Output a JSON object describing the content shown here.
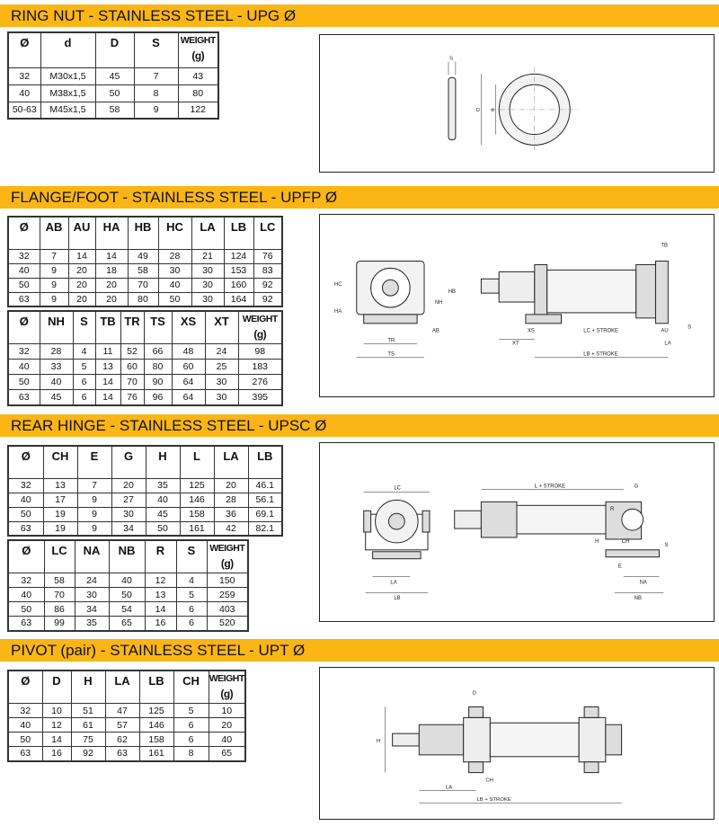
{
  "sections": [
    {
      "title": "RING NUT - STAINLESS STEEL - UPG Ø",
      "tables": [
        {
          "headers": [
            "Ø",
            "d",
            "D",
            "S",
            "WEIGHT|(g)"
          ],
          "rows": [
            [
              "32",
              "M30x1,5",
              "45",
              "7",
              "43"
            ],
            [
              "40",
              "M38x1,5",
              "50",
              "8",
              "80"
            ],
            [
              "50-63",
              "M45x1,5",
              "58",
              "9",
              "122"
            ]
          ]
        }
      ],
      "drawing_labels": [
        "S",
        "D",
        "d"
      ]
    },
    {
      "title": "FLANGE/FOOT - STAINLESS STEEL - UPFP Ø",
      "tables": [
        {
          "headers": [
            "Ø",
            "AB",
            "AU",
            "HA",
            "HB",
            "HC",
            "LA",
            "LB",
            "LC"
          ],
          "rows": [
            [
              "32",
              "7",
              "14",
              "14",
              "49",
              "28",
              "21",
              "124",
              "76"
            ],
            [
              "40",
              "9",
              "20",
              "18",
              "58",
              "30",
              "30",
              "153",
              "83"
            ],
            [
              "50",
              "9",
              "20",
              "20",
              "70",
              "40",
              "30",
              "160",
              "92"
            ],
            [
              "63",
              "9",
              "20",
              "20",
              "80",
              "50",
              "30",
              "164",
              "92"
            ]
          ]
        },
        {
          "headers": [
            "Ø",
            "NH",
            "S",
            "TB",
            "TR",
            "TS",
            "XS",
            "XT",
            "WEIGHT|(g)"
          ],
          "rows": [
            [
              "32",
              "28",
              "4",
              "11",
              "52",
              "66",
              "48",
              "24",
              "98"
            ],
            [
              "40",
              "33",
              "5",
              "13",
              "60",
              "80",
              "60",
              "25",
              "183"
            ],
            [
              "50",
              "40",
              "6",
              "14",
              "70",
              "90",
              "64",
              "30",
              "276"
            ],
            [
              "63",
              "45",
              "6",
              "14",
              "76",
              "96",
              "64",
              "30",
              "395"
            ]
          ]
        }
      ],
      "drawing_labels": [
        "HC",
        "HA",
        "NH",
        "HB",
        "TR",
        "TS",
        "AB",
        "TB",
        "XS",
        "LC + STROKE",
        "AU",
        "S",
        "XT",
        "LA",
        "LB + STROKE"
      ]
    },
    {
      "title": "REAR HINGE - STAINLESS STEEL - UPSC Ø",
      "tables": [
        {
          "headers": [
            "Ø",
            "CH",
            "E",
            "G",
            "H",
            "L",
            "LA",
            "LB"
          ],
          "rows": [
            [
              "32",
              "13",
              "7",
              "20",
              "35",
              "125",
              "20",
              "46.1"
            ],
            [
              "40",
              "17",
              "9",
              "27",
              "40",
              "146",
              "28",
              "56.1"
            ],
            [
              "50",
              "19",
              "9",
              "30",
              "45",
              "158",
              "36",
              "69.1"
            ],
            [
              "63",
              "19",
              "9",
              "34",
              "50",
              "161",
              "42",
              "82.1"
            ]
          ]
        },
        {
          "headers": [
            "Ø",
            "LC",
            "NA",
            "NB",
            "R",
            "S",
            "WEIGHT|(g)"
          ],
          "rows": [
            [
              "32",
              "58",
              "24",
              "40",
              "12",
              "4",
              "150"
            ],
            [
              "40",
              "70",
              "30",
              "50",
              "13",
              "5",
              "259"
            ],
            [
              "50",
              "86",
              "34",
              "54",
              "14",
              "6",
              "403"
            ],
            [
              "63",
              "99",
              "35",
              "65",
              "16",
              "6",
              "520"
            ]
          ]
        }
      ],
      "drawing_labels": [
        "LC",
        "L + STROKE",
        "G",
        "R",
        "H",
        "CH",
        "S",
        "E",
        "LA",
        "NA",
        "LB",
        "NB"
      ]
    },
    {
      "title": "PIVOT (pair) - STAINLESS STEEL - UPT Ø",
      "tables": [
        {
          "headers": [
            "Ø",
            "D",
            "H",
            "LA",
            "LB",
            "CH",
            "WEIGHT|(g)"
          ],
          "rows": [
            [
              "32",
              "10",
              "51",
              "47",
              "125",
              "5",
              "10"
            ],
            [
              "40",
              "12",
              "61",
              "57",
              "146",
              "6",
              "20"
            ],
            [
              "50",
              "14",
              "75",
              "62",
              "158",
              "6",
              "40"
            ],
            [
              "63",
              "16",
              "92",
              "63",
              "161",
              "8",
              "65"
            ]
          ]
        }
      ],
      "drawing_labels": [
        "D",
        "H",
        "CH",
        "LA",
        "LB + STROKE"
      ]
    }
  ]
}
